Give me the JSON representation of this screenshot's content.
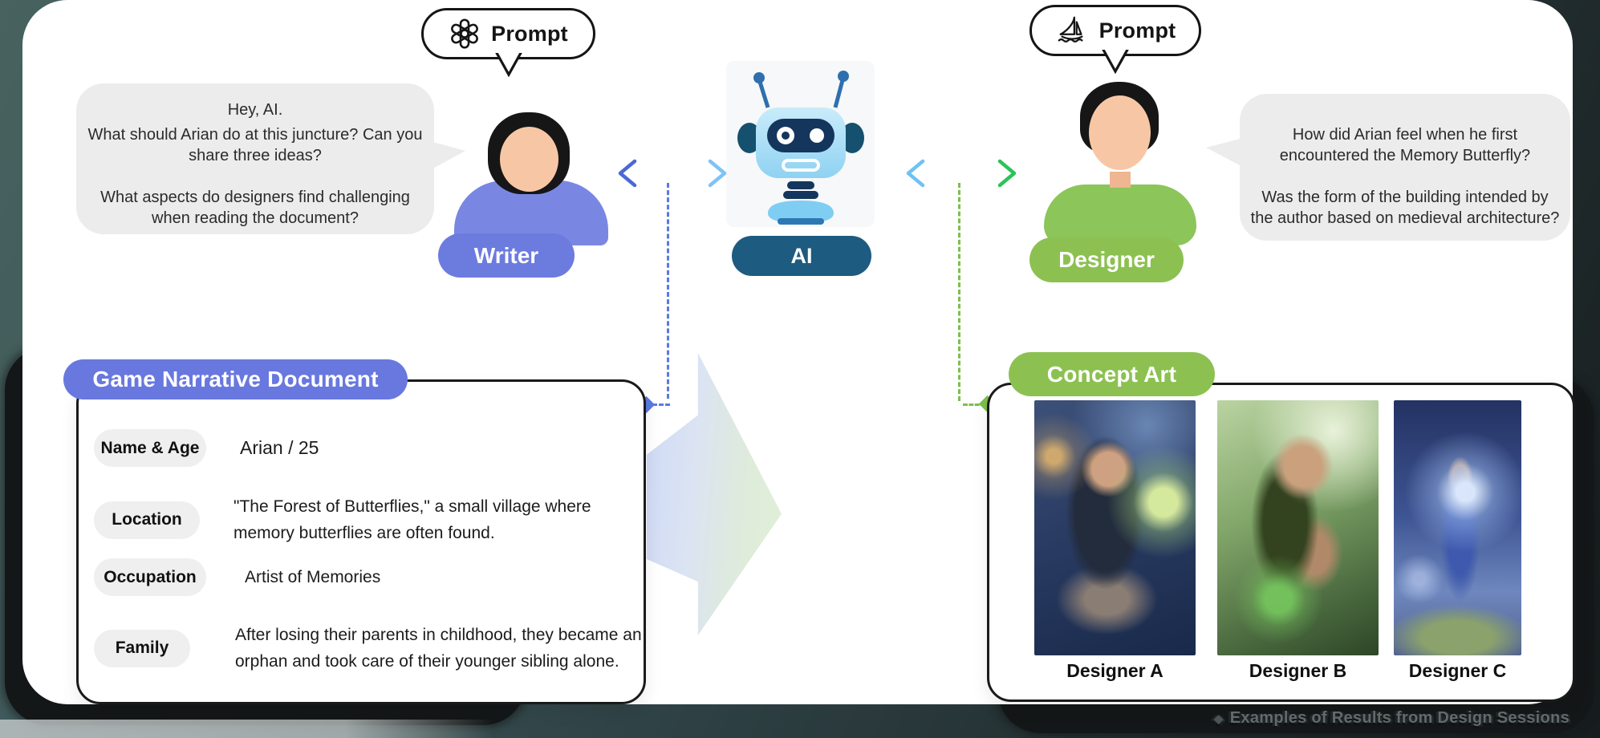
{
  "prompt_bubbles": {
    "left": {
      "label": "Prompt",
      "icon": "openai-logo"
    },
    "right": {
      "label": "Prompt",
      "icon": "sailboat-logo"
    }
  },
  "actors": {
    "writer": "Writer",
    "ai": "AI",
    "designer": "Designer"
  },
  "writer_speech": {
    "p1": "Hey, AI.",
    "p2": "What should Arian do at this juncture? Can you share three ideas?",
    "p3": "What aspects do designers find challenging when reading the document?"
  },
  "designer_speech": {
    "p1": "How did Arian feel when he first encountered the Memory Butterfly?",
    "p2": "Was the form of the building intended by the author based on medieval architecture?"
  },
  "document": {
    "title": "Game Narrative Document",
    "fields": [
      {
        "label": "Name & Age",
        "value": "Arian / 25"
      },
      {
        "label": "Location",
        "value": "\"The Forest of Butterflies,\" a small village where memory butterflies are often found."
      },
      {
        "label": "Occupation",
        "value": "Artist of Memories"
      },
      {
        "label": "Family",
        "value": "After losing their parents in childhood, they became an orphan and took care of their younger sibling alone."
      }
    ]
  },
  "concept_art": {
    "title": "Concept Art",
    "designers": [
      {
        "label": "Designer A"
      },
      {
        "label": "Designer B"
      },
      {
        "label": "Designer C"
      }
    ]
  },
  "caption": {
    "bullet": "◆",
    "text": "Examples of Results from Design Sessions"
  },
  "colors": {
    "writer_pill": "#6C7BDE",
    "ai_pill": "#1D5B80",
    "designer_pill": "#8CC152",
    "doc_header": "#6878DF",
    "concept_header": "#8CC152",
    "dashed_blue": "#5B79E3",
    "dashed_green": "#7CBF4D",
    "arrow_blue_start": "#4C67D6",
    "arrow_blue_end": "#7EC3F6",
    "arrow_green_start": "#6FC2F4",
    "arrow_green_end": "#2EC25B"
  }
}
